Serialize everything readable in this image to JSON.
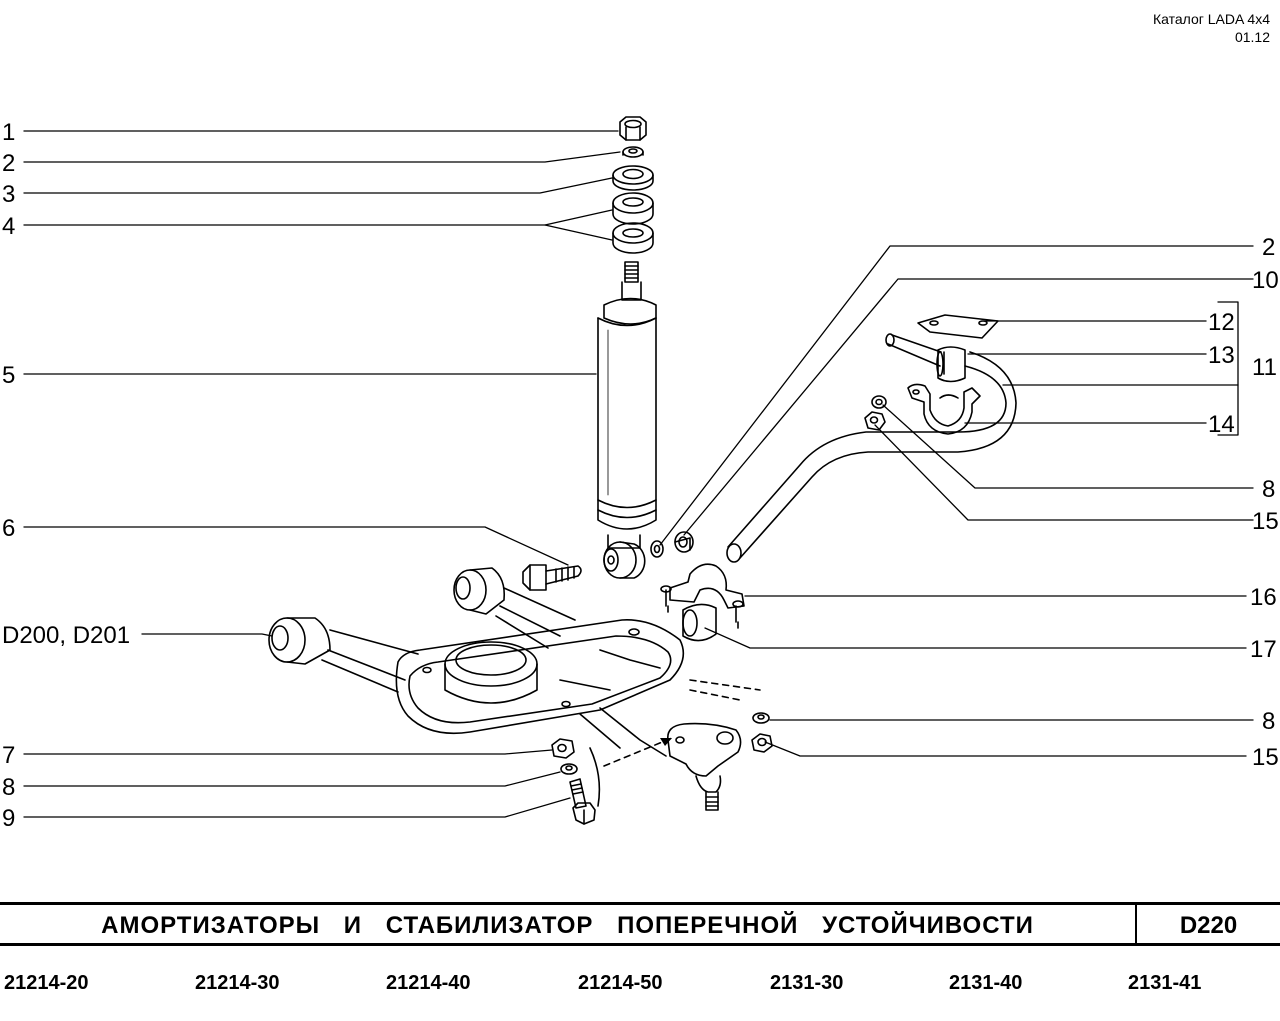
{
  "header": {
    "catalog": "Каталог  LADA  4x4",
    "date": "01.12"
  },
  "callouts": {
    "left": [
      "1",
      "2",
      "3",
      "4",
      "5",
      "6",
      "D200, D201",
      "7",
      "8",
      "9"
    ],
    "right": [
      "2",
      "10",
      "12",
      "13",
      "11",
      "14",
      "8",
      "15",
      "16",
      "17",
      "8",
      "15"
    ]
  },
  "title": {
    "main": "АМОРТИЗАТОРЫ  И  СТАБИЛИЗАТОР  ПОПЕРЕЧНОЙ  УСТОЙЧИВОСТИ",
    "code": "D220"
  },
  "models": [
    "21214-20",
    "21214-30",
    "21214-40",
    "21214-50",
    "2131-30",
    "2131-40",
    "2131-41"
  ]
}
